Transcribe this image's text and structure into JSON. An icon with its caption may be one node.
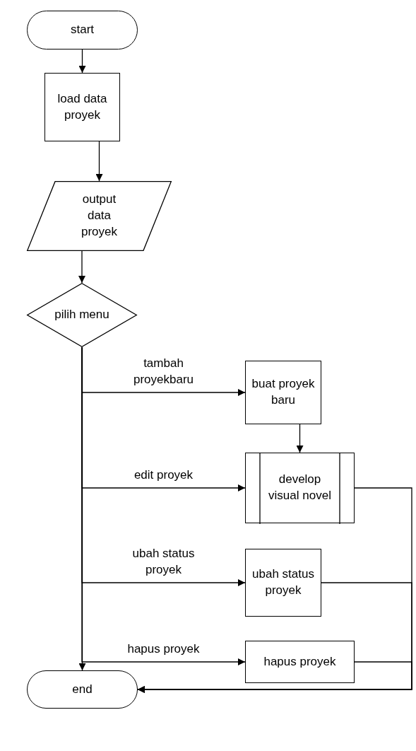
{
  "diagram": {
    "nodes": [
      {
        "text": [
          "start"
        ]
      },
      {
        "text": [
          "load data proyek"
        ]
      },
      {
        "text": [
          "output data proyek"
        ]
      },
      {
        "text": [
          "pilih menu"
        ]
      },
      {
        "text": [
          "buat proyek baru"
        ]
      },
      {
        "text": [
          "develop visual novel"
        ]
      },
      {
        "text": [
          "ubah status proyek"
        ]
      },
      {
        "text": [
          "hapus proyek"
        ]
      },
      {
        "text": [
          "end"
        ]
      }
    ],
    "edges": [
      {
        "from": 0,
        "to": 1,
        "arrow": "to"
      },
      {
        "from": 1,
        "to": 2,
        "arrow": "to"
      },
      {
        "from": 2,
        "to": 3,
        "arrow": "to"
      },
      {
        "from": 3,
        "to": 4,
        "arrow": "to",
        "label": "tambah proyekbaru"
      },
      {
        "from": 3,
        "to": 5,
        "arrow": "to",
        "label": "edit proyek"
      },
      {
        "from": 3,
        "to": 6,
        "arrow": "to",
        "label": "ubah status proyek"
      },
      {
        "from": 3,
        "to": 7,
        "arrow": "to",
        "label": "hapus proyek"
      },
      {
        "from": 3,
        "to": 8,
        "arrow": "to"
      },
      {
        "from": 4,
        "to": 5,
        "arrow": "to"
      },
      {
        "from": 5,
        "to": 8,
        "arrow": "to"
      },
      {
        "from": 6,
        "to": 8,
        "arrow": "to"
      },
      {
        "from": 7,
        "to": 8,
        "arrow": "to"
      }
    ]
  }
}
